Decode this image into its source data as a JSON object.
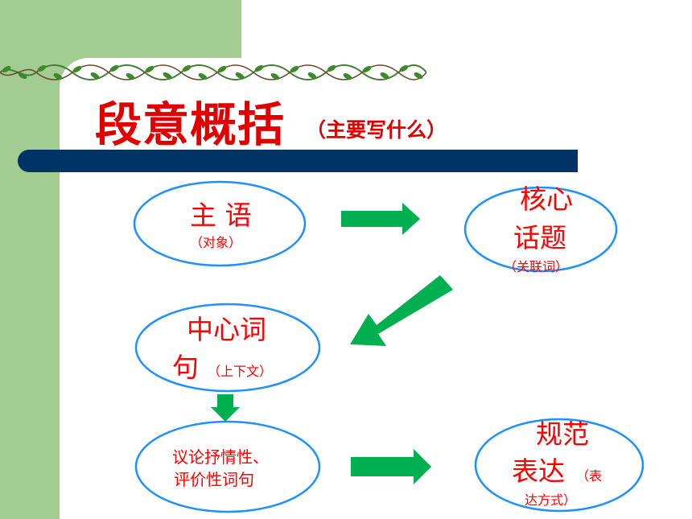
{
  "slide": {
    "title": "段意概括",
    "subtitle": "（主要写什么）"
  },
  "nodes": {
    "subject": {
      "main": "主 语",
      "note": "（对象）"
    },
    "topic": {
      "main_1": "核心",
      "main_2": "话题",
      "note": "（关联词）"
    },
    "central": {
      "main_1": "中心词",
      "main_2": "句",
      "note": "（上下文）"
    },
    "evaluative": {
      "line_1": "议论抒情性、",
      "line_2": "评价性词句"
    },
    "norm": {
      "main_1": "规范",
      "main_2": "表达",
      "note_1": "（表",
      "note_2": "达方式）"
    }
  },
  "colors": {
    "text_red": "#ff0000",
    "title_red": "#e00000",
    "ellipse_stroke": "#1e90ff",
    "arrow_green": "#00b050",
    "bar_navy": "#003366",
    "bg_green": "#a3cc93"
  },
  "icons": [
    "vine-decoration",
    "arrow-right-icon",
    "arrow-down-left-icon",
    "arrow-down-icon"
  ]
}
